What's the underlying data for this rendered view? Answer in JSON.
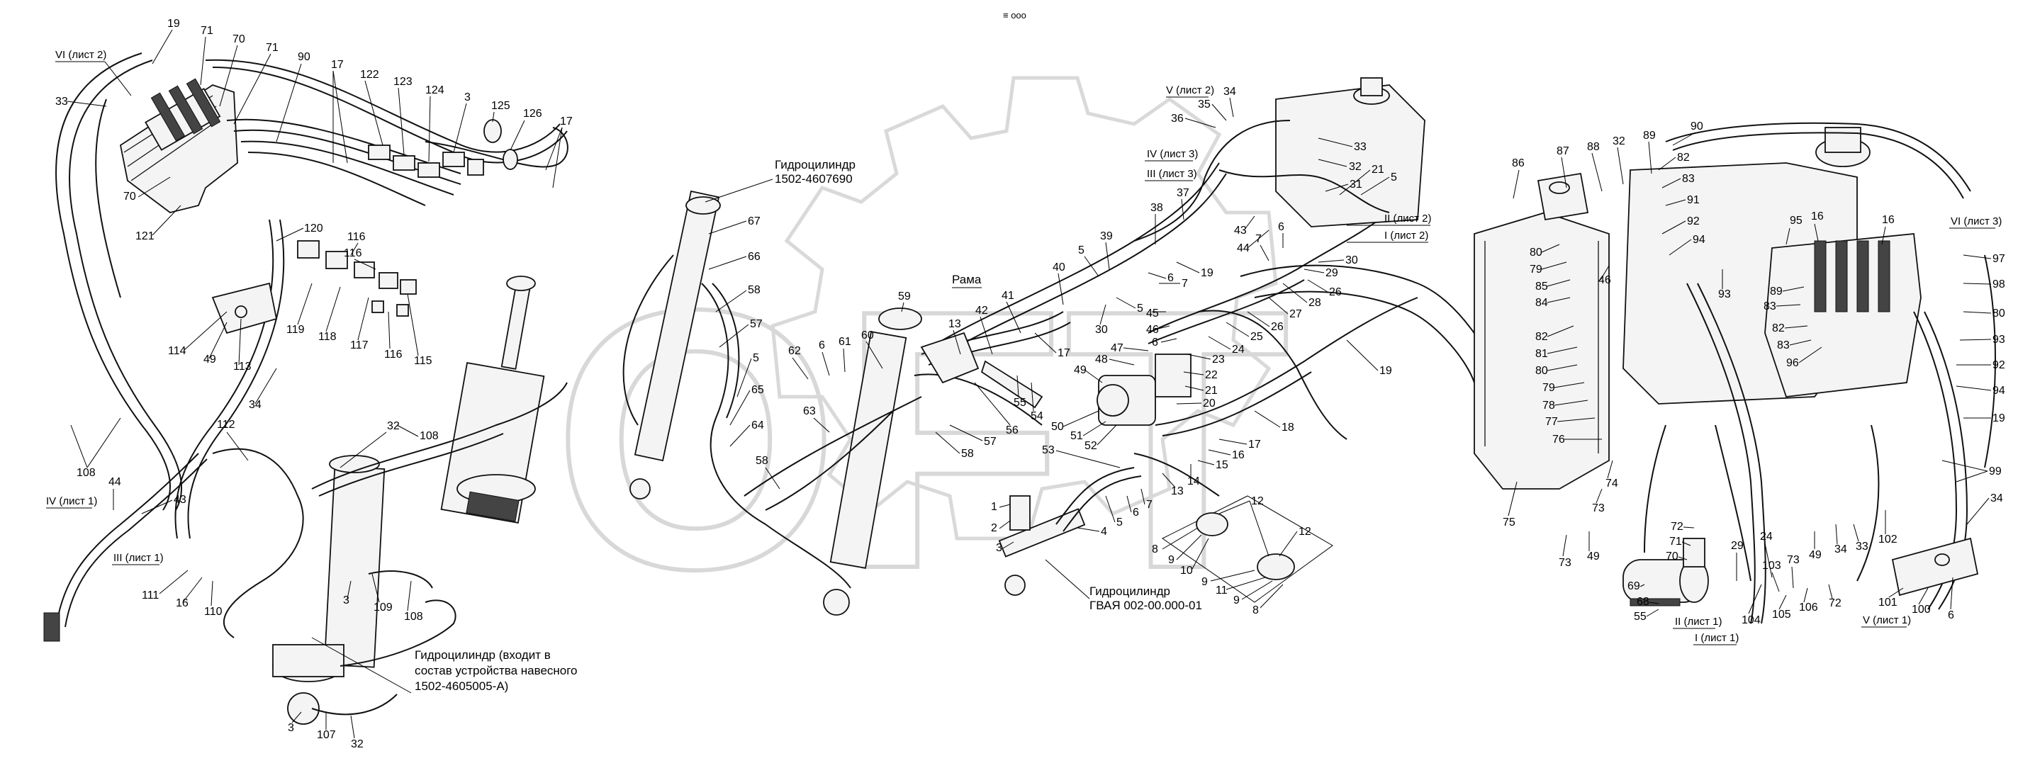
{
  "watermark": "OFT",
  "top_note": "≡ ооо",
  "captions": {
    "cyl_left_1": "Гидроцилиндр",
    "cyl_left_2": "1502-4607690",
    "rama": "Рама",
    "cyl_gvaya_1": "Гидроцилиндр",
    "cyl_gvaya_2": "ГВАЯ 002-00.000-01",
    "cyl_big_1": "Гидроцилиндр (входит в",
    "cyl_big_2": "состав устройства навесного",
    "cyl_big_3": "1502-4605005-А)"
  },
  "sheet_refs": {
    "vi2_left": "VI (лист 2)",
    "iv1_left": "IV (лист 1)",
    "iii1_left": "III (лист 1)",
    "v2_mid": "V (лист 2)",
    "iv3_mid": "IV (лист 3)",
    "iii3_mid": "III (лист 3)",
    "ii2_mid": "II (лист 2)",
    "i2_mid": "I (лист 2)",
    "vi3_right": "VI (лист 3)",
    "ii1_right": "II (лист 1)",
    "i1_right": "I (лист 1)",
    "v1_right": "V (лист 1)"
  },
  "labels": {
    "l19a": "19",
    "l71a": "71",
    "l70a": "70",
    "l71b": "71",
    "l90a": "90",
    "l17a": "17",
    "l122": "122",
    "l123": "123",
    "l124": "124",
    "l3a": "3",
    "l125": "125",
    "l126": "126",
    "l17b": "17",
    "l33a": "33",
    "l70b": "70",
    "l121": "121",
    "l120": "120",
    "l116a": "116",
    "l116b": "116",
    "l114": "114",
    "l49a": "49",
    "l113": "113",
    "l119": "119",
    "l118": "118",
    "l117": "117",
    "l116c": "116",
    "l115": "115",
    "l34a": "34",
    "l108a": "108",
    "l108b": "108",
    "l112": "112",
    "l32a": "32",
    "l44a": "44",
    "l43a": "43",
    "l111": "111",
    "l16a": "16",
    "l110": "110",
    "l3b": "3",
    "l109": "109",
    "l108c": "108",
    "l3c": "3",
    "l107": "107",
    "l32b": "32",
    "l67": "67",
    "l66": "66",
    "l58a": "58",
    "l57a": "57",
    "l5a": "5",
    "l65": "65",
    "l64": "64",
    "l62": "62",
    "l6a": "6",
    "l61": "61",
    "l60": "60",
    "l59": "59",
    "l63": "63",
    "l58b": "58",
    "l13a": "13",
    "l42": "42",
    "l41": "41",
    "l40": "40",
    "l17c": "17",
    "l55": "55",
    "l54": "54",
    "l56": "56",
    "l57b": "57",
    "l58c": "58",
    "l39": "39",
    "l5b": "5",
    "l38": "38",
    "l37": "37",
    "l36": "36",
    "l35": "35",
    "l34b": "34",
    "l33b": "33",
    "l32c": "32",
    "l21a": "21",
    "l31": "31",
    "l5c": "5",
    "l43b": "43",
    "l44b": "44",
    "l6b": "6",
    "l7a": "7",
    "l19b": "19",
    "l6c": "6",
    "l7b": "7",
    "l30a": "30",
    "l5d": "5",
    "l45": "45",
    "l46": "46",
    "l6d": "6",
    "l47": "47",
    "l23": "23",
    "l48": "48",
    "l24": "24",
    "l26a": "26",
    "l25": "25",
    "l27": "27",
    "l28": "28",
    "l29a": "29",
    "l30b": "30",
    "l26b": "26",
    "l22": "22",
    "l21b": "21",
    "l49b": "49",
    "l20": "20",
    "l50": "50",
    "l51": "51",
    "l52": "52",
    "l53": "53",
    "l17d": "17",
    "l18": "18",
    "l16b": "16",
    "l15": "15",
    "l14": "14",
    "l13b": "13",
    "l19c": "19",
    "l1": "1",
    "l2": "2",
    "l3d": "3",
    "l4": "4",
    "l5e": "5",
    "l6e": "6",
    "l7c": "7",
    "l8a": "8",
    "l9a": "9",
    "l10": "10",
    "l12a": "12",
    "l12b": "12",
    "l9b": "9",
    "l11": "11",
    "l9c": "9",
    "l8b": "8",
    "l86": "86",
    "l87": "87",
    "l88": "88",
    "l32d": "32",
    "l89": "89",
    "l90b": "90",
    "l82a": "82",
    "l83a": "83",
    "l91": "91",
    "l92": "92",
    "l94": "94",
    "l95": "95",
    "l16c": "16",
    "l80a": "80",
    "l79a": "79",
    "l85": "85",
    "l84": "84",
    "l82b": "82",
    "l81": "81",
    "l80b": "80",
    "l79b": "79",
    "l78": "78",
    "l77": "77",
    "l76": "76",
    "l74": "74",
    "l75": "75",
    "l73a": "73",
    "l49c": "49",
    "l72a": "72",
    "l71c": "71",
    "l70c": "70",
    "l69": "69",
    "l68": "68",
    "l55b": "55",
    "l104": "104",
    "l29b": "29",
    "l24b": "24",
    "l103": "103",
    "l73b": "73",
    "l105": "105",
    "l106": "106",
    "l72b": "72",
    "l49d": "49",
    "l34c": "34",
    "l33c": "33",
    "l102": "102",
    "l101": "101",
    "l100": "100",
    "l6f": "6",
    "l16d": "16",
    "l93a": "93",
    "l89b": "89",
    "l83b": "83",
    "l82c": "82",
    "l96": "96",
    "l83c": "83",
    "l97": "97",
    "l98": "98",
    "l80c": "80",
    "l93b": "93",
    "l92b": "92",
    "l94b": "94",
    "l19d": "19",
    "l99": "99",
    "l34d": "34",
    "l46b": "46",
    "l73c": "73"
  }
}
